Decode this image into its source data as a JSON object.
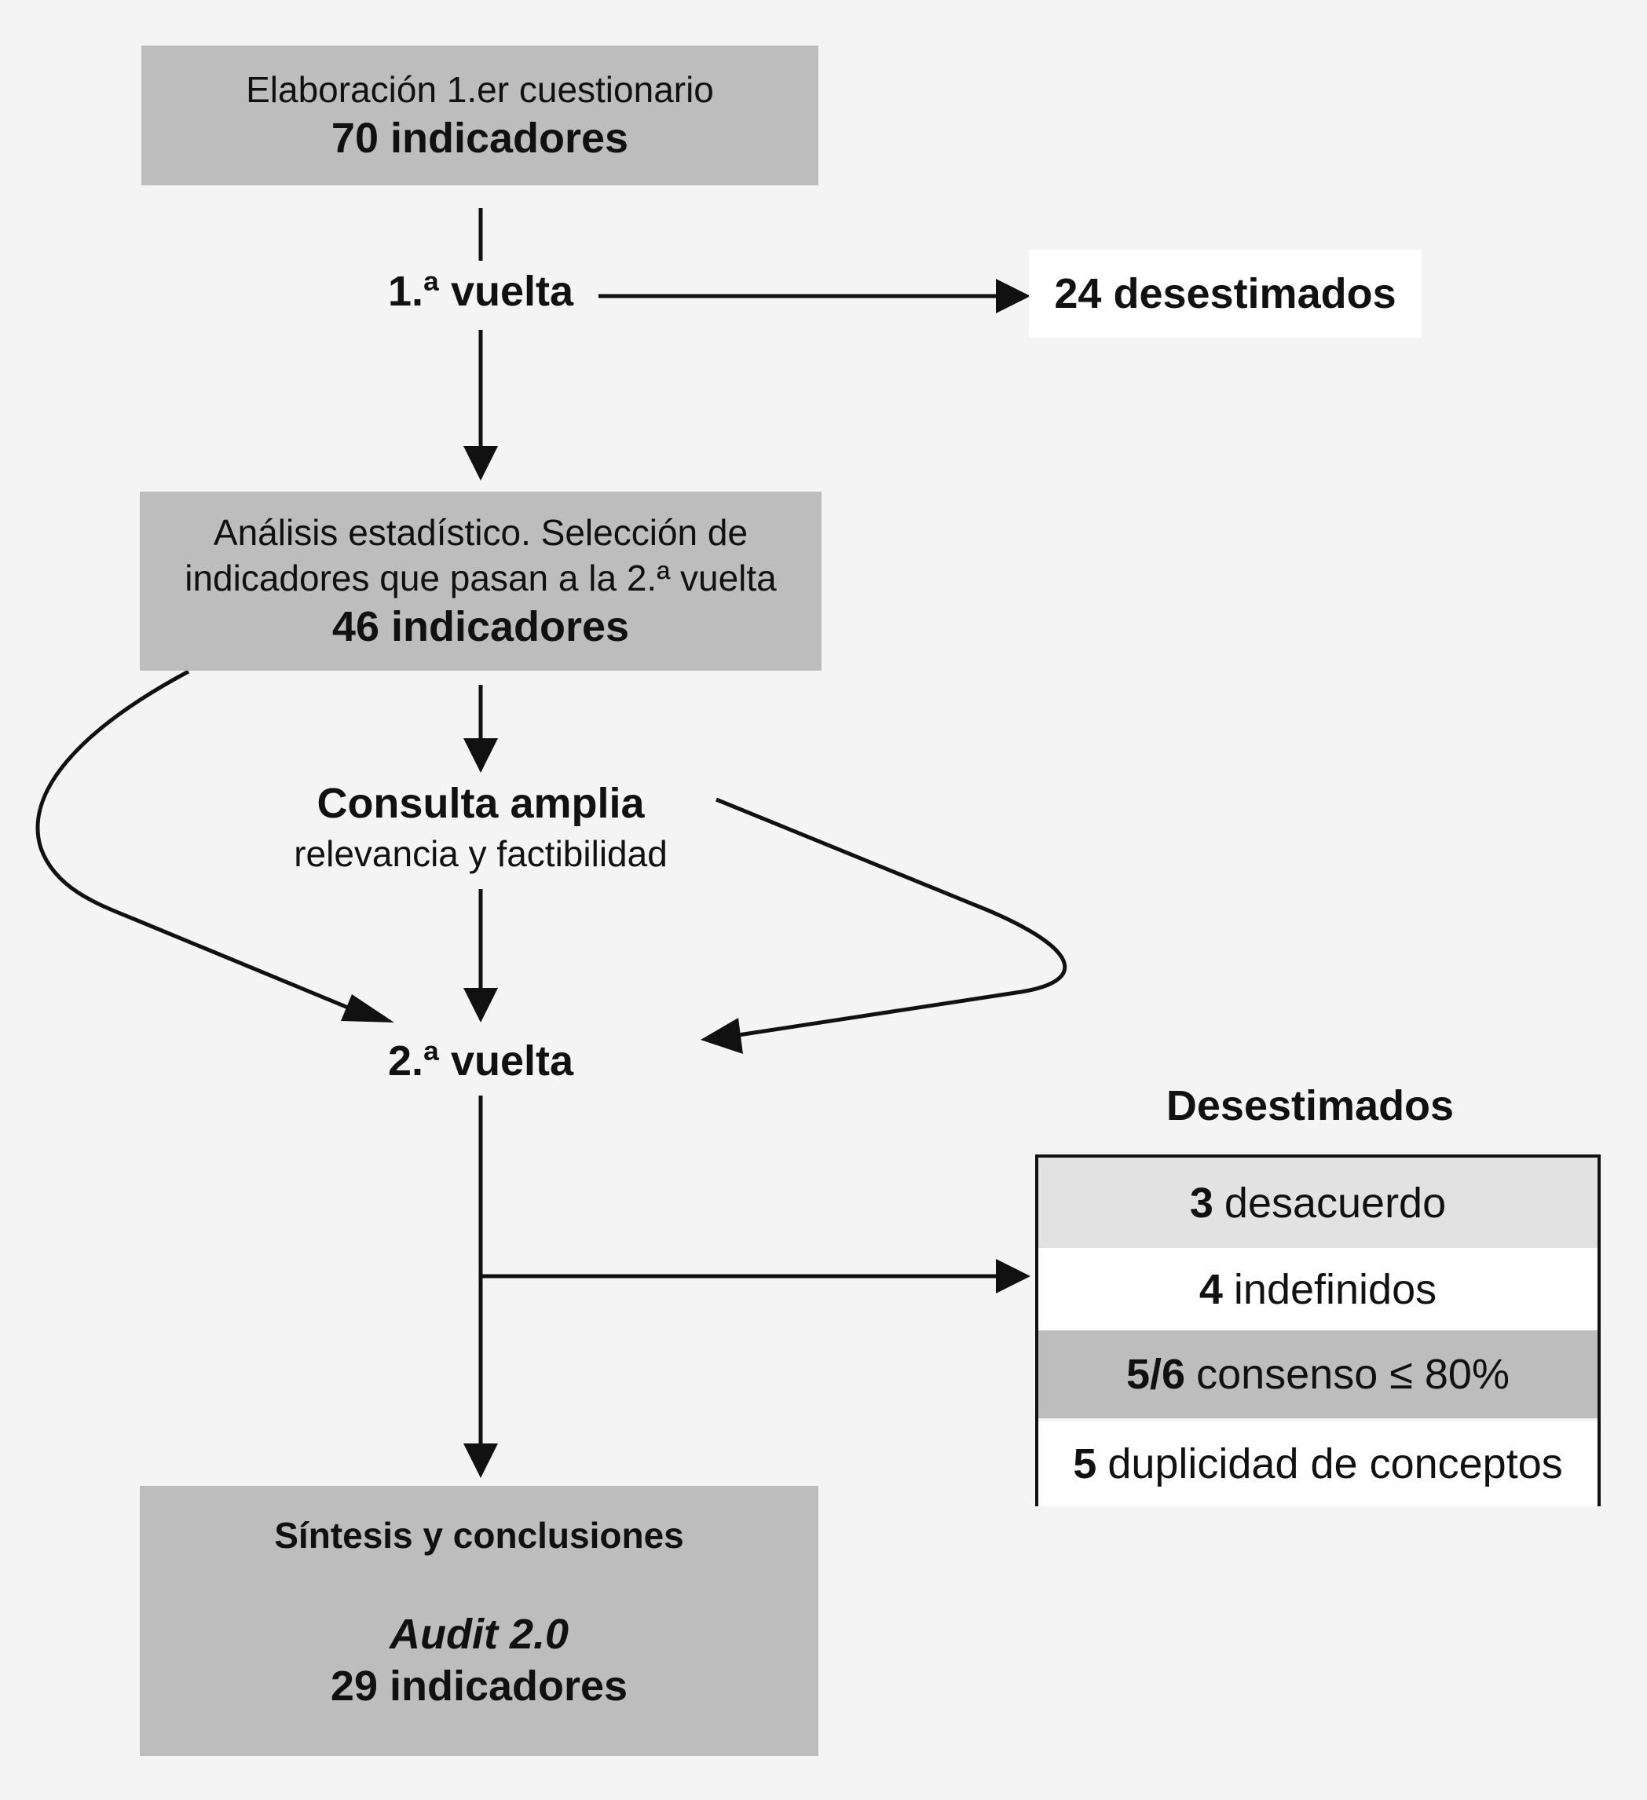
{
  "box1": {
    "line1": "Elaboración 1.er cuestionario",
    "line2": "70 indicadores"
  },
  "round1": {
    "label": "1.ª vuelta"
  },
  "discard1": {
    "label": "24 desestimados"
  },
  "box2": {
    "line1": "Análisis estadístico. Selección de",
    "line2": "indicadores que pasan a la 2.ª vuelta",
    "line3": "46 indicadores"
  },
  "consulta": {
    "title": "Consulta amplia",
    "subtitle": "relevancia y factibilidad"
  },
  "round2": {
    "label": "2.ª vuelta"
  },
  "discarded": {
    "heading": "Desestimados",
    "rows": [
      {
        "count": "3",
        "text": "desacuerdo",
        "color": "#e2e2e2"
      },
      {
        "count": "4",
        "text": "indefinidos",
        "color": "#ffffff"
      },
      {
        "count": "5/6",
        "text": "consenso ≤ 80%",
        "color": "#bdbdbd"
      },
      {
        "count": "5",
        "text": "duplicidad de conceptos",
        "color": "#ffffff"
      }
    ]
  },
  "box3": {
    "line1": "Síntesis y conclusiones",
    "line2": "Audit 2.0",
    "line3": "29 indicadores"
  },
  "colors": {
    "box": "#bdbdbd",
    "background": "#f4f4f4",
    "line": "#111111"
  }
}
